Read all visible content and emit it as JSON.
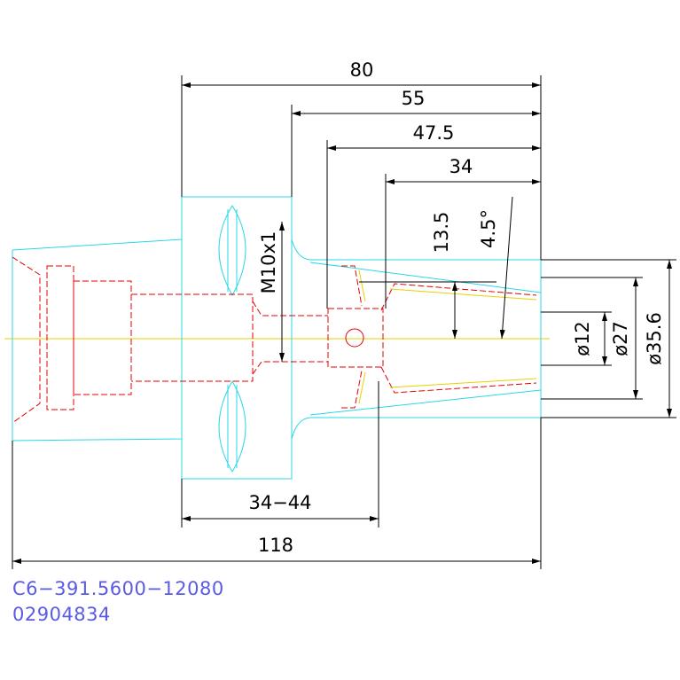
{
  "dimensions": {
    "overall_80": "80",
    "dim_55": "55",
    "dim_47_5": "47.5",
    "dim_34": "34",
    "dim_13_5": "13.5",
    "angle_4_5": "4.5°",
    "thread": "M10x1",
    "dia_12": "ø12",
    "dia_27": "ø27",
    "dia_35_6": "ø35.6",
    "range_34_44": "34−44",
    "overall_118": "118"
  },
  "part_code": "C6−391.5600−12080",
  "part_number": "02904834",
  "colors": {
    "outline": "#28d7e6",
    "hidden": "#e60000",
    "centerline": "#e6d200",
    "dimension": "#000000",
    "code": "#5a5ae6"
  }
}
